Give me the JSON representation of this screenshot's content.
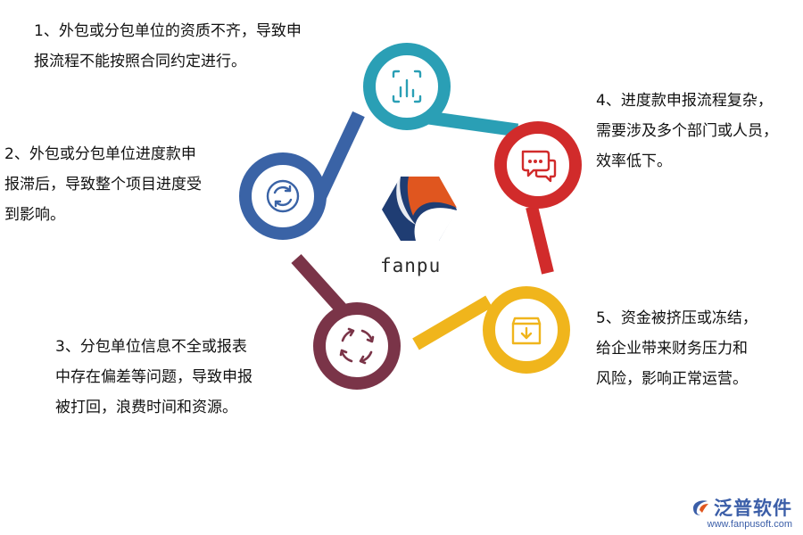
{
  "diagram": {
    "center_label": "fanpu",
    "items": [
      {
        "id": 1,
        "color": "#2a9fb5",
        "icon": "bar-chart-icon",
        "lines": [
          "1、外包或分包单位的资质不齐，导致申",
          "报流程不能按照合同约定进行。"
        ]
      },
      {
        "id": 2,
        "color": "#3a63a6",
        "icon": "refresh-circle-icon",
        "lines": [
          "2、外包或分包单位进度款申",
          "报滞后，导致整个项目进度受",
          "到影响。"
        ]
      },
      {
        "id": 3,
        "color": "#7a3448",
        "icon": "cycle-arrows-icon",
        "lines": [
          "3、分包单位信息不全或报表",
          "中存在偏差等问题，导致申报",
          "被打回，浪费时间和资源。"
        ]
      },
      {
        "id": 4,
        "color": "#d12b2b",
        "icon": "chat-bubbles-icon",
        "lines": [
          "4、进度款申报流程复杂，",
          "需要涉及多个部门或人员，",
          "效率低下。"
        ]
      },
      {
        "id": 5,
        "color": "#f0b51c",
        "icon": "download-box-icon",
        "lines": [
          "5、资金被挤压或冻结，",
          "给企业带来财务压力和",
          "风险，影响正常运营。"
        ]
      }
    ]
  },
  "brand": {
    "name": "泛普软件",
    "url": "www.fanpusoft.com",
    "icon": "fanpu-logo-icon",
    "color": "#3b5ea8"
  },
  "logo": {
    "icon": "fanpu-hexagon-logo",
    "colors": [
      "#1f3d73",
      "#e0561f"
    ]
  }
}
